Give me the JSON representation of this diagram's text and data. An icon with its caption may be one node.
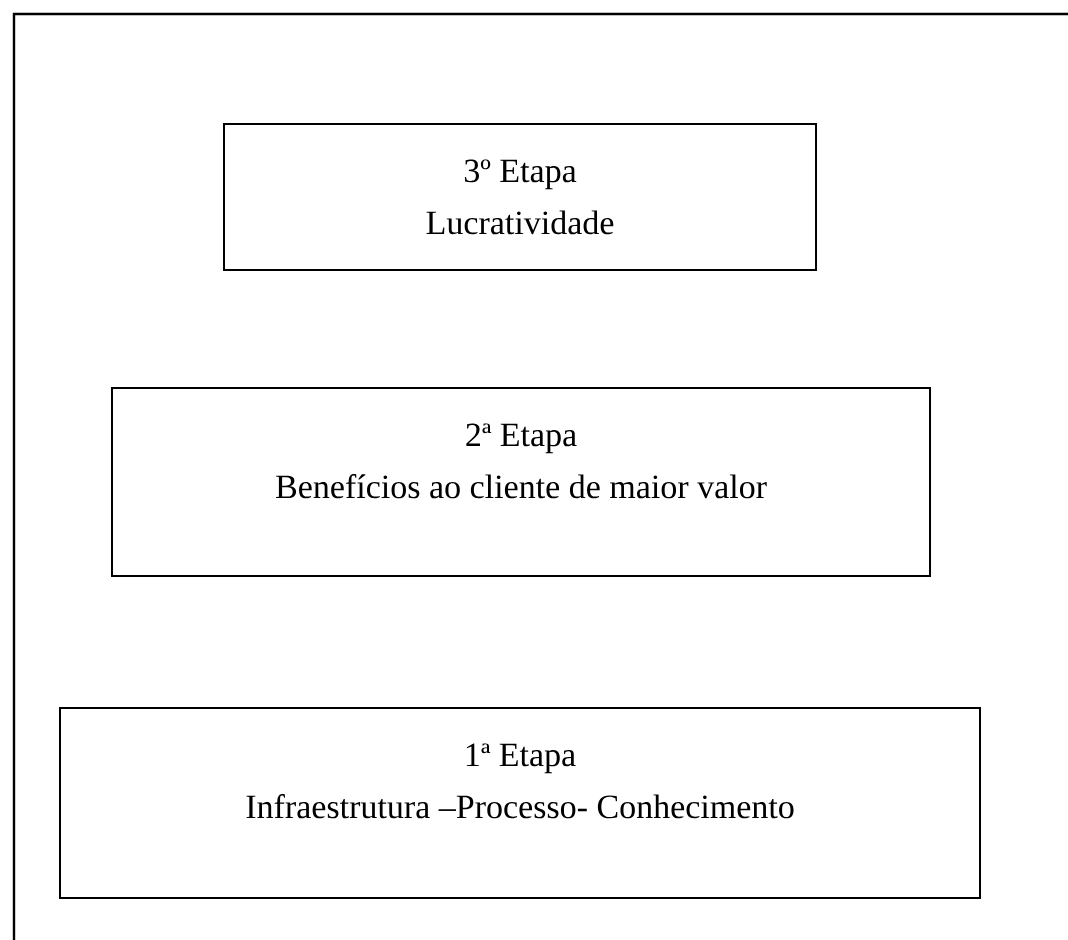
{
  "diagram": {
    "nodes": [
      {
        "text": [
          "3º Etapa",
          "Lucratividade"
        ]
      },
      {
        "text": [
          "2ª Etapa",
          "Benefícios ao cliente de maior valor"
        ]
      },
      {
        "text": [
          "1ª Etapa",
          "Infraestrutura –Processo- Conhecimento"
        ]
      }
    ]
  }
}
